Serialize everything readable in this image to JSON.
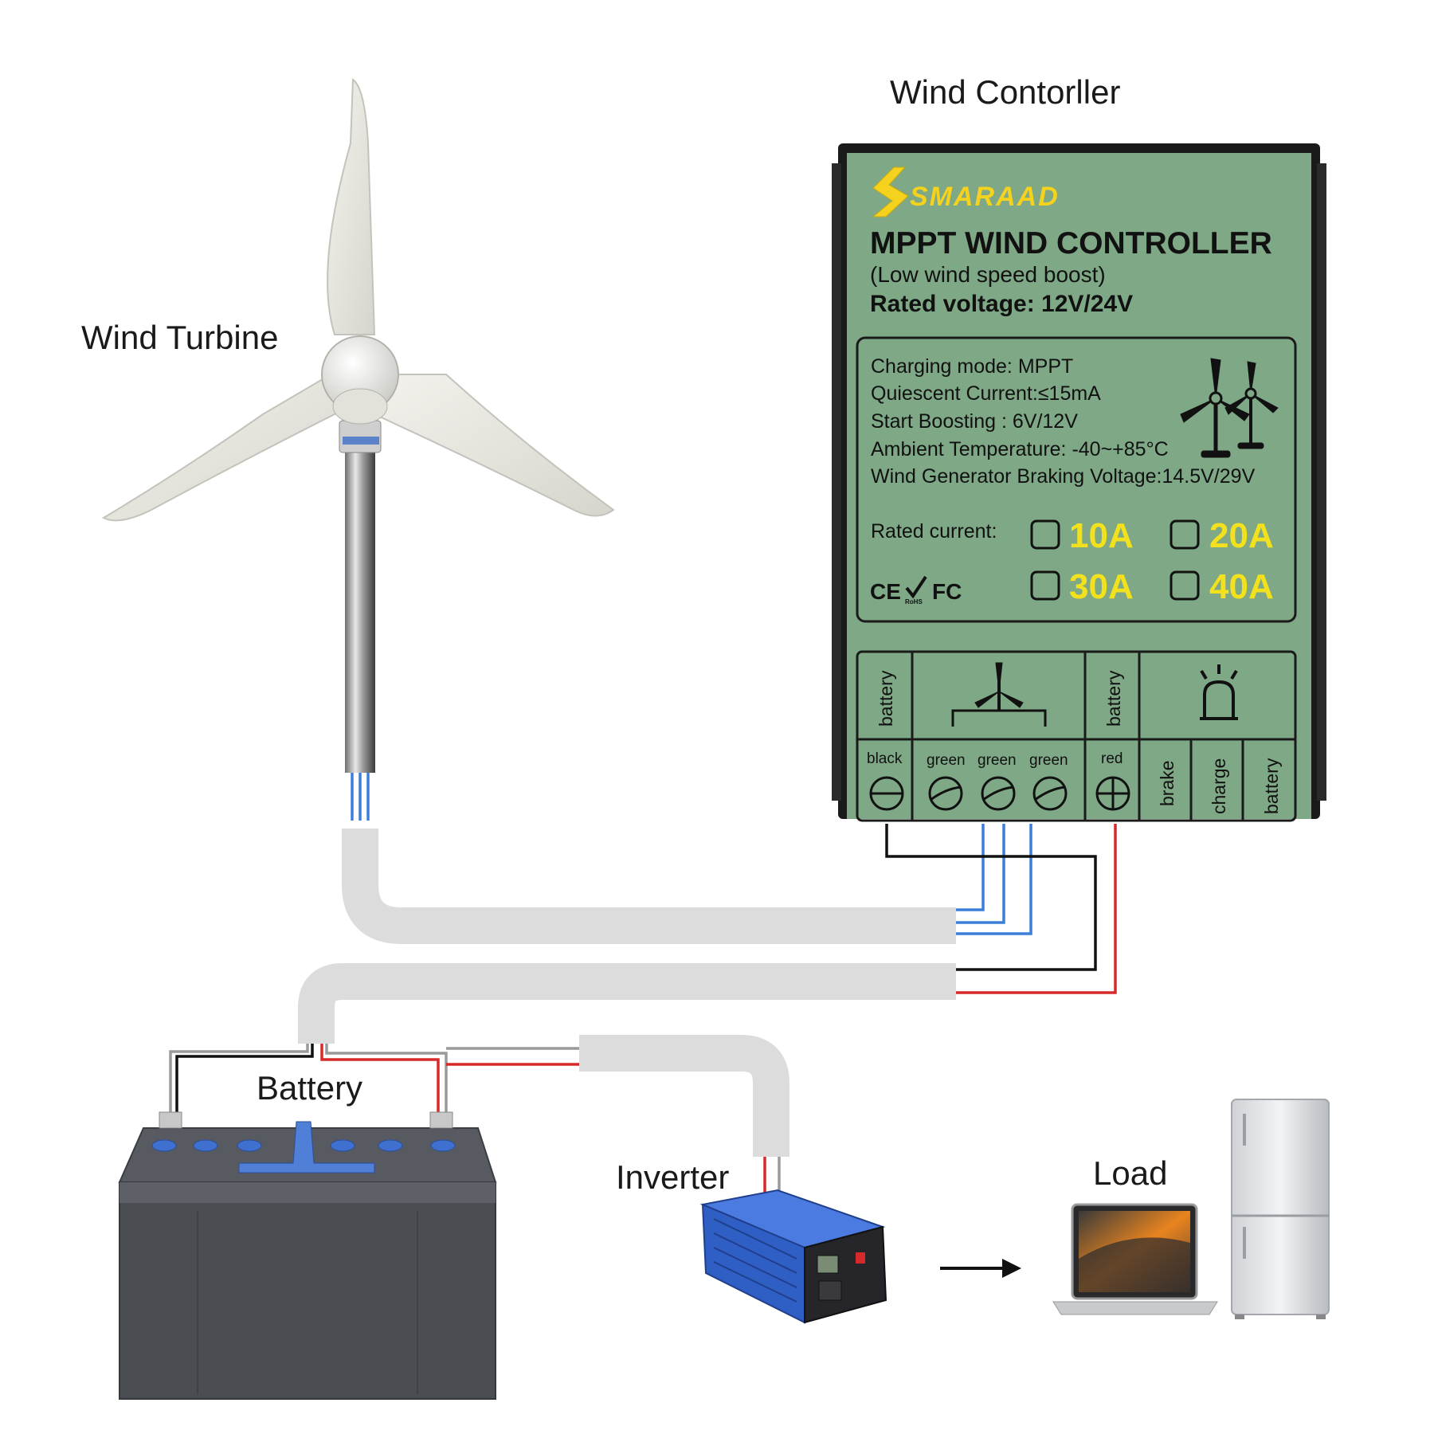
{
  "labels": {
    "wind_turbine": "Wind Turbine",
    "wind_controller": "Wind Contorller",
    "battery": "Battery",
    "inverter": "Inverter",
    "load": "Load"
  },
  "controller": {
    "brand": "SMARAAD",
    "title": "MPPT WIND CONTROLLER",
    "subtitle": "(Low wind speed boost)",
    "rated_voltage": "Rated voltage: 12V/24V",
    "specs": [
      "Charging mode: MPPT",
      "Quiescent Current:≤15mA",
      "Start Boosting : 6V/12V",
      "Ambient Temperature: -40~+85°C",
      "Wind Generator Braking Voltage:14.5V/29V"
    ],
    "rated_current_label": "Rated  current:",
    "current_options": [
      "10A",
      "20A",
      "30A",
      "40A"
    ],
    "certifications": [
      "CE",
      "RoHS",
      "FC"
    ],
    "terminals": {
      "top_groups": [
        "battery",
        "battery"
      ],
      "wire_labels": [
        "black",
        "green",
        "green",
        "green",
        "red"
      ],
      "led_labels": [
        "brake",
        "charge",
        "battery"
      ]
    }
  },
  "colors": {
    "controller_face": "#7ea886",
    "controller_case": "#1a1a1a",
    "amp_text": "#f4e11e",
    "brand_yellow": "#f4d21e",
    "wire_red": "#d62a2a",
    "wire_blue": "#3d7fd8",
    "wire_black": "#111111",
    "conduit": "#dcdcdc",
    "battery_body": "#4a4d52",
    "inverter_blue": "#2f5fc4"
  },
  "icons": [
    "wind-turbine-icon",
    "alarm-light-icon",
    "arrow-right-icon",
    "laptop-icon",
    "refrigerator-icon"
  ]
}
